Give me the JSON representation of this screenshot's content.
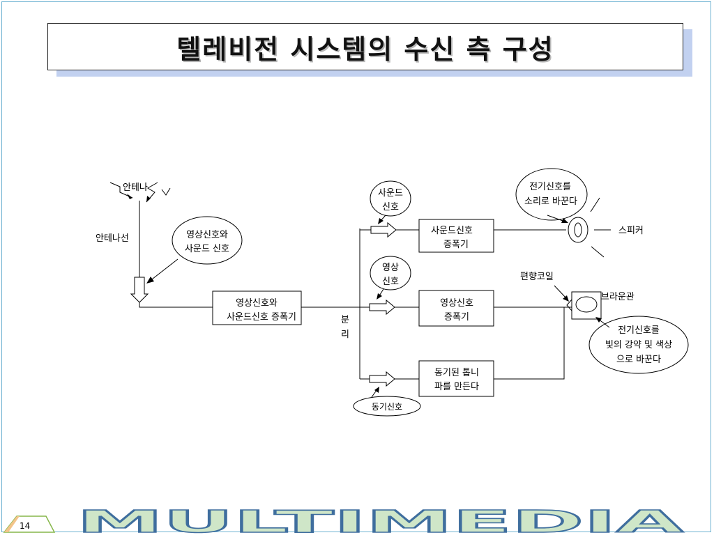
{
  "title": "텔레비전 시스템의 수신 측 구성",
  "labels": {
    "antenna": "안테나",
    "antenna_line": "안테나선",
    "bubble_av_line1": "영상신호와",
    "bubble_av_line2": "사운드 신호",
    "amp_av_line1": "영상신호와",
    "amp_av_line2": "사운드신호 증폭기",
    "separation_1": "분",
    "separation_2": "리",
    "bubble_sound_line1": "사운드",
    "bubble_sound_line2": "신호",
    "bubble_video_line1": "영상",
    "bubble_video_line2": "신호",
    "bubble_sync": "동기신호",
    "amp_sound_line1": "사운드신호",
    "amp_sound_line2": "증폭기",
    "amp_video_line1": "영상신호",
    "amp_video_line2": "증폭기",
    "sync_gen_line1": "동기된 톱니",
    "sync_gen_line2": "파를 만든다",
    "bubble_speaker_line1": "전기신호를",
    "bubble_speaker_line2": "소리로 바꾼다",
    "speaker": "스피커",
    "deflection_coil": "편향코일",
    "crt": "브라운관",
    "bubble_crt_line1": "전기신호를",
    "bubble_crt_line2": "빛의 강약 및 색상",
    "bubble_crt_line3": "으로 바꾼다"
  },
  "footer": {
    "page_number": "14",
    "brand": "MULTIMEDIA"
  }
}
